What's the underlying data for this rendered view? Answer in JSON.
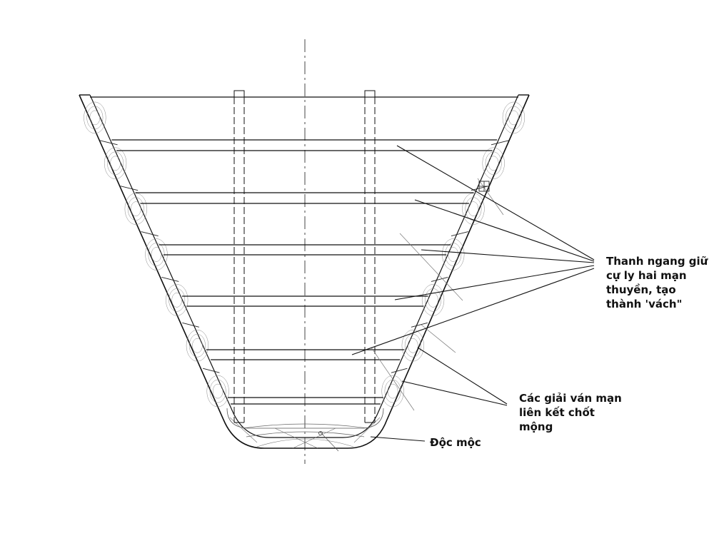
{
  "labels": {
    "beams": [
      "Thanh ngang giữ",
      "cự ly hai mạn",
      "thuyền, tạo",
      "thành 'vách\""
    ],
    "planks": [
      "Các giải ván mạn",
      "liên kết chốt",
      "mộng"
    ],
    "dugout": "Độc mộc"
  },
  "colors": {
    "line": "#111111",
    "thin": "#555555",
    "background": "#ffffff"
  }
}
